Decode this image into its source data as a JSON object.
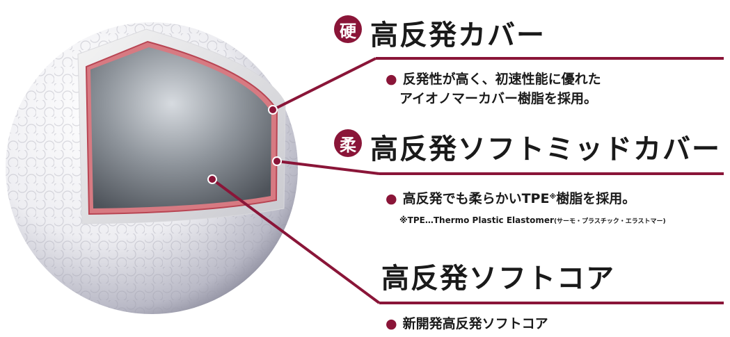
{
  "colors": {
    "accent": "#8a1538",
    "text": "#1a1a1a"
  },
  "layers": [
    {
      "badge": "硬",
      "title": "高反発カバー",
      "desc": [
        "反発性が高く、初速性能に優れた",
        "アイオノマーカバー樹脂を採用。"
      ]
    },
    {
      "badge": "柔",
      "title": "高反発ソフトミッドカバー",
      "desc_pre": "高反発でも柔らかいTPE",
      "desc_sup": "※",
      "desc_post": "樹脂を採用。",
      "note_main": "※TPE…Thermo Plastic Elastomer",
      "note_small": "(サーモ・プラスチック・エラストマー)"
    },
    {
      "title": "高反発ソフトコア",
      "desc": [
        "新開発高反発ソフトコア"
      ]
    }
  ]
}
